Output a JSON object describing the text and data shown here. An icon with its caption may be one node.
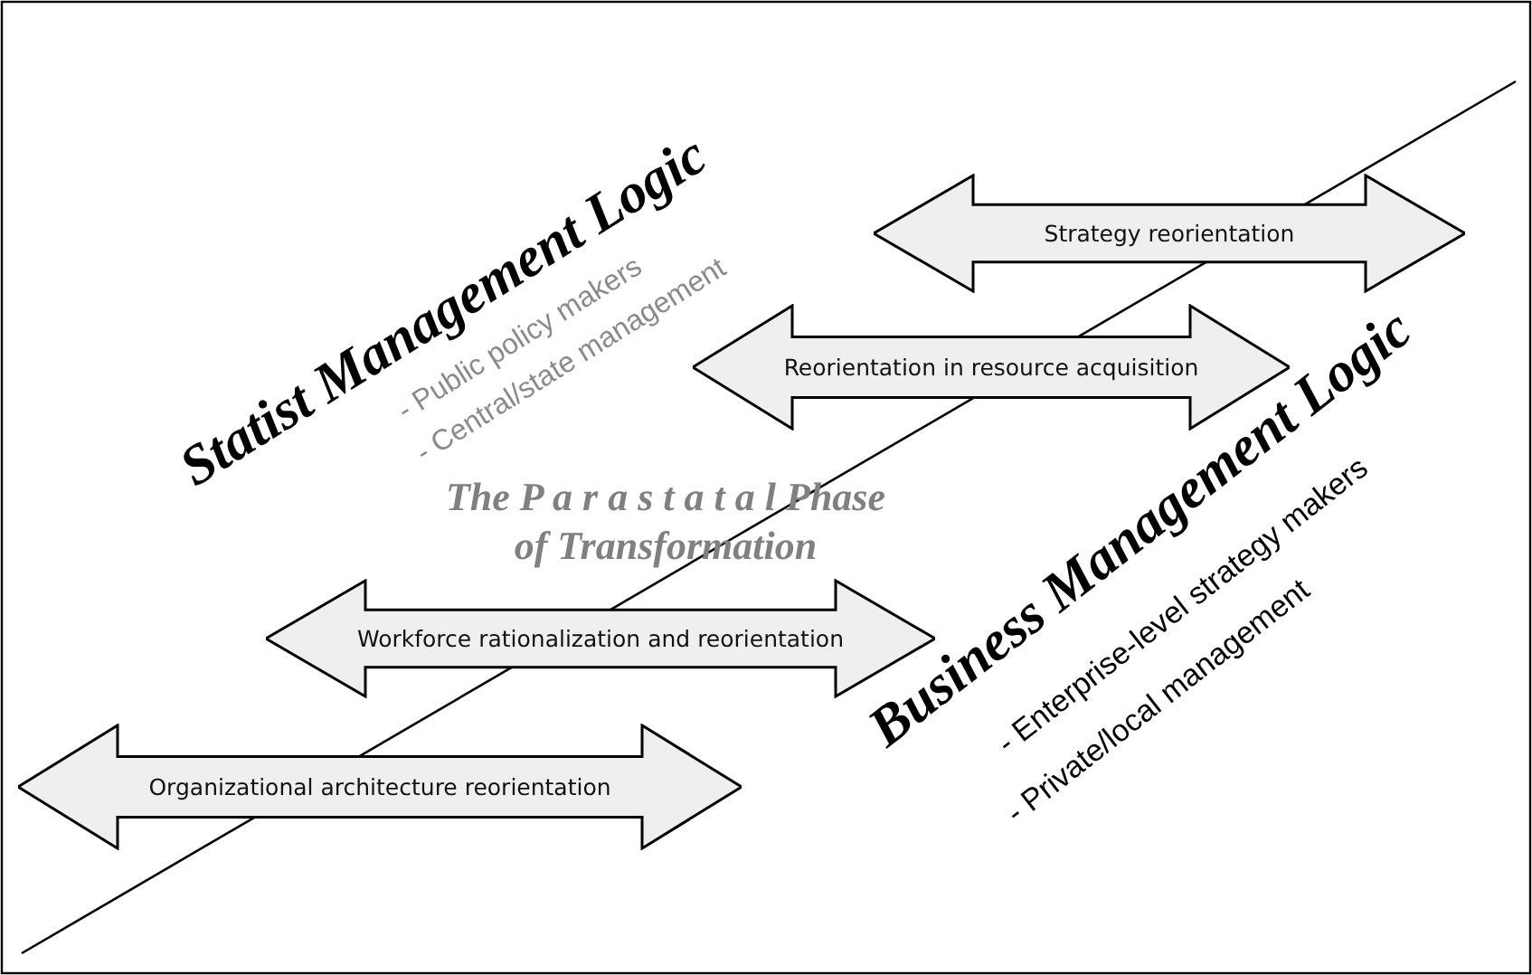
{
  "diagram": {
    "nodes": [
      {
        "text": [
          "Strategy reorientation"
        ]
      },
      {
        "text": [
          "Reorientation in resource acquisition"
        ]
      },
      {
        "text": [
          "Workforce rationalization and reorientation"
        ]
      },
      {
        "text": [
          "Organizational architecture reorientation"
        ]
      }
    ],
    "edges": [],
    "labels": [
      "Statist Management Logic",
      "- Public policy makers",
      "- Central/state management",
      "The P a r a s t a t a l Phase of Transformation",
      "Business Management Logic",
      "- Enterprise-level strategy makers",
      "- Private/local management"
    ]
  }
}
